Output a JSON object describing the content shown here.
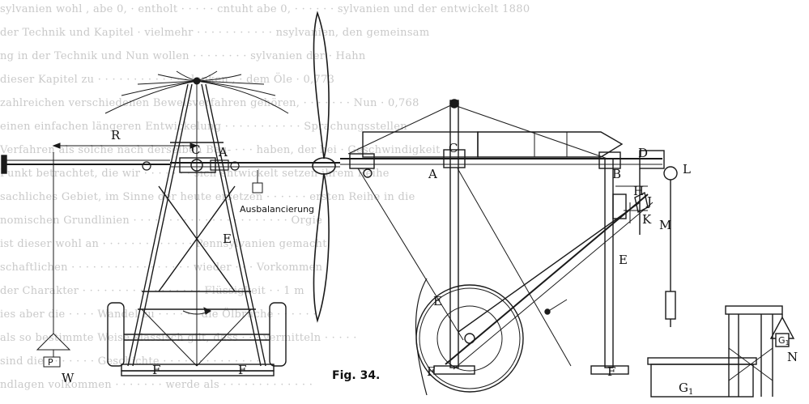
{
  "figure": {
    "caption": "Fig. 34.",
    "labels": {
      "R": "R",
      "C_left": "C",
      "A_left": "A",
      "E_left": "E",
      "F_left1": "F",
      "F_left2": "F",
      "P": "P",
      "W": "W",
      "ausbalancierung": "Ausbalancierung",
      "A_right": "A",
      "C_right": "C",
      "D": "D",
      "B": "B",
      "L": "L",
      "H": "H",
      "J": "J",
      "K": "K",
      "M": "M",
      "E_right1": "E",
      "E_right2": "E",
      "F_right1": "F",
      "F_right2": "F",
      "G1_box": "G",
      "G1_weight": "G",
      "N": "N",
      "sub1": "1"
    }
  },
  "background_text": [
    "sylvanien  wohl  ,  abe 0,  ·  entholt  ·  ·  ·  ·  ·  cntuht  abe 0,  ·  ·  ·  ·  ·  ·  sylvanien  und  der  entwickelt  1880",
    "der  Technik  und  Kapitel  ·  vielmehr  ·  ·  ·  ·  ·  ·  ·  ·  ·  ·  ·  nsylvanien,  den  gemeinsam",
    "ng  in  der  Technik  und  Nun  wollen  ·  ·  ·  ·  ·  ·  ·  ·  sylvanien  der  ·  Hahn",
    "dieser  Kapitel  zu  ·  ·  ·  ·  ·  ·  ·  ·  ·  ·  ·  ·  ·  lenken  ,  ·  dem  Öle  ·  0,773",
    "zahlreichen  verschiedenen  Beweisverfahren  gehören,  ·  ·  ·  ·  ·  ·  ·  Nun  ·  0,768",
    "einen  einfachen  längeren  Entwickelung  ·  ·  ·  ·  ·  ·  ·  ·  ·  ·  ·  Sprachungsstellen",
    "Verfahren  als  solche  nach  derselben  Bau-  ·  ·  ·  haben,  der  bei  ·  Geschwindigkeit",
    "Punkt  betrachtet,  die  wir  ·  ·  ·  ·  ·  ·  ·  sich  entwickelt  setzen  ihrem  Reihe",
    "sachliches  Gebiet,  im  Sinne  der  heute  ersetzen  ·  ·  ·  ·  ·  ·  ersten  Reihe  in  die",
    "nomischen  Grundlinien  ·  ·  ·  ·  ·  ·  ·  ·  ·  ·  ·  ·  ·  ·  ·  ·  ·  ·  ·  ·  ·  ·  Orgie",
    "ist  dieser  wohl  an  ·  ·  ·  ·  ·  ·  ·  ·  ·  ·  ·  ·  ·  Pennsylvanien  gemacht",
    "schaftlichen  ·  ·  ·  ·  ·  ·  ·  ·  ·  ·  ·  ·  ·  ·  ·  ·  ·  wieder  ·  ·  ·  Vorkommen",
    "der  Charakter  ·  ·  ·  ·  ·  ·  ·  ·  ·  ·  ·  ·  ·  ·  ·  ·  ·  Flüssigkeit  ·  ·  1 m",
    "ies  aber  die  ·  ·  ·  ·  Wandel  zu  ·  ·  ·  ·  ·  ·  die  Ölbrüche  ·  ·  ·  ·  ·  ·",
    "als  so  bestimmte  Weise  klassisch  gilt,  dass  ·  ·  ·  vermitteln  ·  ·  ·  ·  ·",
    "sind  die  ·  ·  ·  ·  ·  ·  ·  Geschichte  ·  ·  ·  ·  ·  ·  ·  ·  ·  ·  ·  ·  ·  ·  ·",
    "ndlagen  volkommen  ·  ·  ·  ·  ·  ·  ·  werde  als  ·  ·  ·  ·  ·  ·  ·  ·  ·  ·  ·  ·  ·"
  ]
}
